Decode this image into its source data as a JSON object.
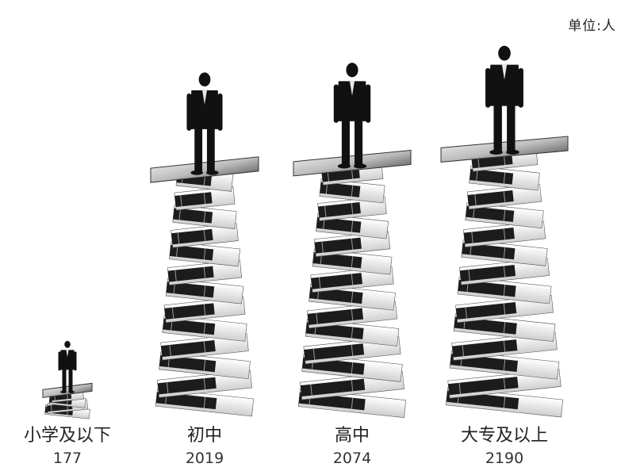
{
  "chart_data": {
    "type": "bar",
    "unit_label": "单位:人",
    "categories": [
      "小学及以下",
      "初中",
      "高中",
      "大专及以上"
    ],
    "values": [
      177,
      2019,
      2074,
      2190
    ],
    "value_labels": [
      "177",
      "2019",
      "2074",
      "2190"
    ],
    "colors": {
      "figure": "#111111",
      "book_dark": "#1c1c1c",
      "book_light": "#f2f2f2",
      "book_mid": "#9a9a9a"
    }
  }
}
